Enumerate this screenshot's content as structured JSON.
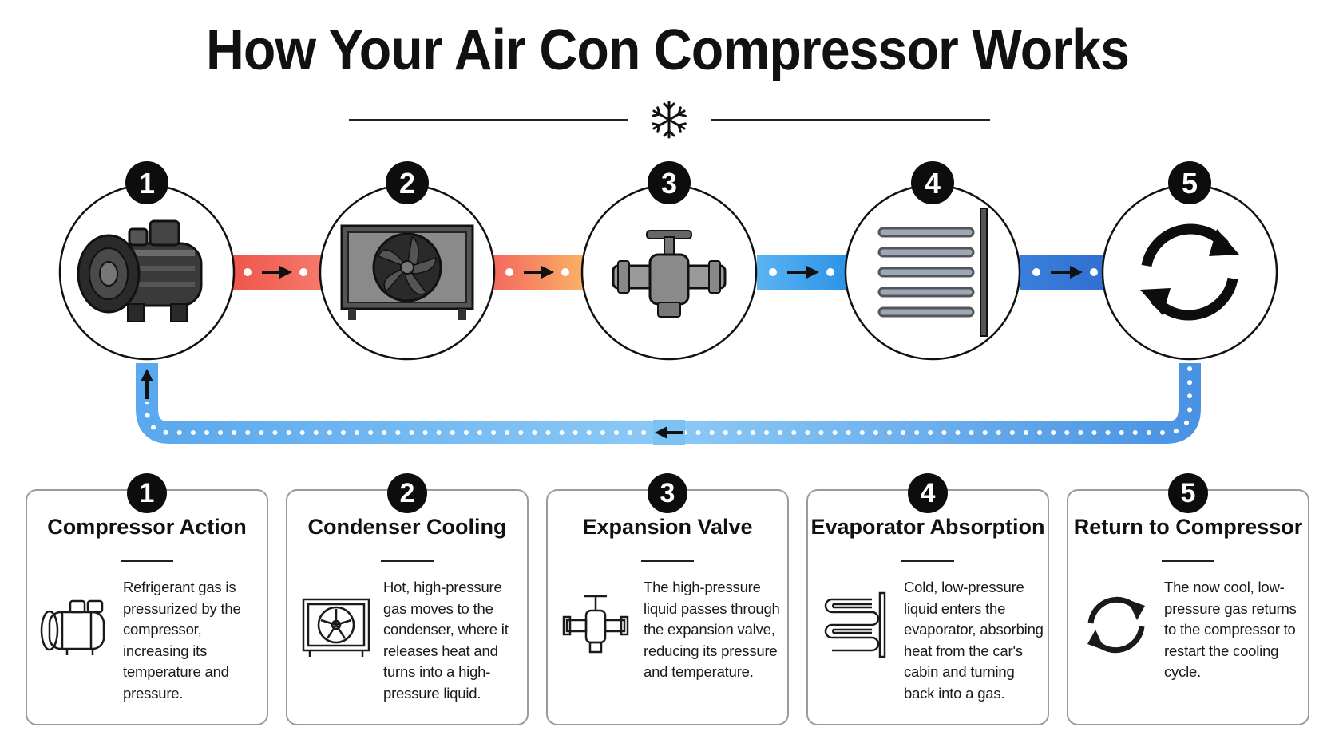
{
  "title": "How Your Air Con Compressor Works",
  "colors": {
    "hot": "#f0554b",
    "warm": "#f9a25a",
    "cool": "#3fa0ec",
    "cold": "#2f6fd0",
    "return": "#5aaaf0",
    "badge": "#0d0d0d"
  },
  "divider_icon": "snowflake-icon",
  "steps": [
    {
      "number": "1",
      "title": "Compressor Action",
      "icon": "compressor-icon",
      "text": "Refrigerant gas is pressurized by the compressor, increasing its temperature and pressure."
    },
    {
      "number": "2",
      "title": "Condenser Cooling",
      "icon": "condenser-fan-icon",
      "text": "Hot, high-pressure gas moves to the condenser, where it releases heat and turns into a high-pressure liquid."
    },
    {
      "number": "3",
      "title": "Expansion Valve",
      "icon": "expansion-valve-icon",
      "text": "The high-pressure liquid passes through the expansion valve, reducing its pressure and temperature."
    },
    {
      "number": "4",
      "title": "Evaporator Absorption",
      "icon": "evaporator-coil-icon",
      "text": "Cold, low-pressure liquid enters the evaporator, absorbing heat from the car's cabin and turning back into a gas."
    },
    {
      "number": "5",
      "title": "Return to Compressor",
      "icon": "cycle-arrows-icon",
      "text": "The now cool, low-pressure gas returns to the compressor to restart the cooling cycle."
    }
  ]
}
